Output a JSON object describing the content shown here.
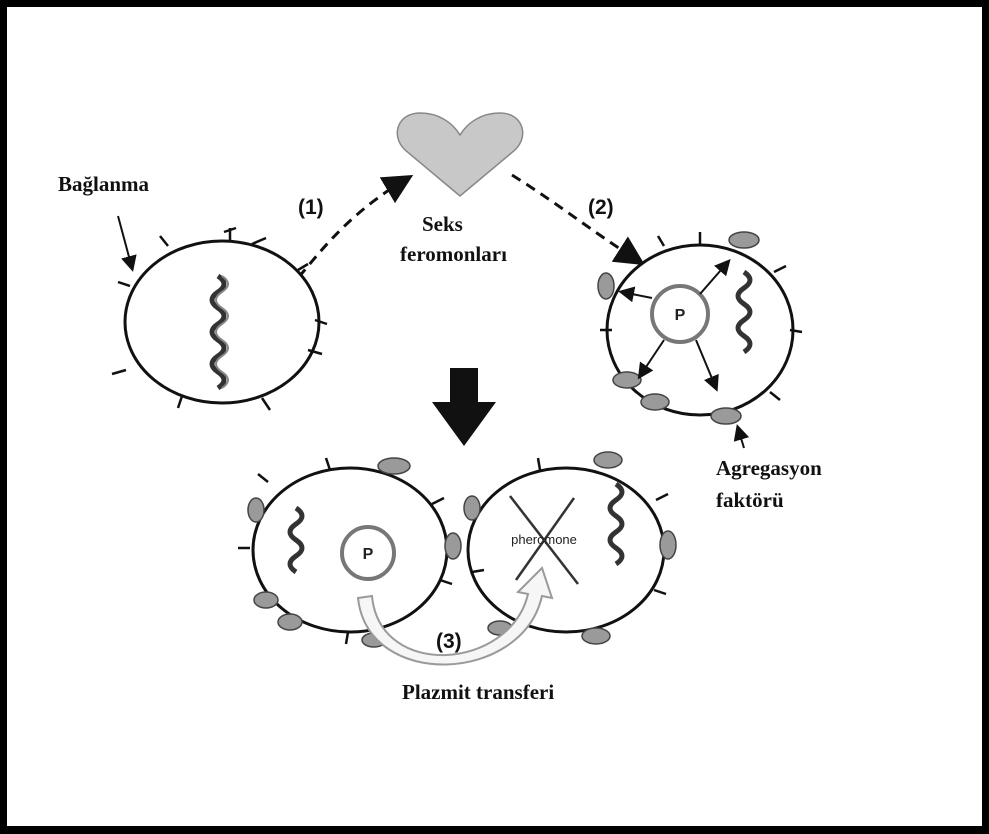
{
  "labels": {
    "binding": "Bağlanma",
    "sex_pheromones_1": "Seks",
    "sex_pheromones_2": "feromonları",
    "aggregation_1": "Agregasyon",
    "aggregation_2": "faktörü",
    "plasmid_transfer": "Plazmit transferi"
  },
  "steps": {
    "s1": "(1)",
    "s2": "(2)",
    "s3": "(3)"
  },
  "cells": {
    "plasmid": "P",
    "pheromone": "pheromone"
  },
  "colors": {
    "outline": "#111111",
    "heart": "#c8c8c8",
    "aggregation_factor": "#9a9a9a",
    "frame": "#000000"
  }
}
